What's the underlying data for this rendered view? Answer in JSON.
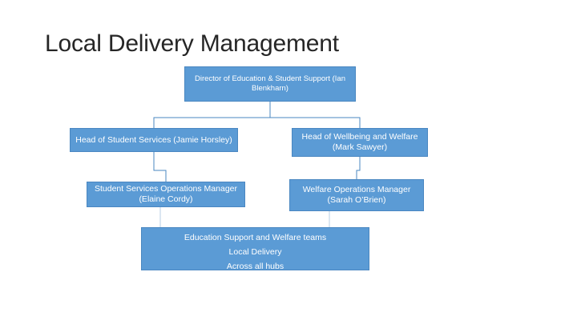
{
  "slide": {
    "title": "Local Delivery Management"
  },
  "org_chart": {
    "director": "Director of Education & Student Support (Ian Blenkharn)",
    "head_student_services": "Head of Student Services (Jamie Horsley)",
    "head_wellbeing": "Head of Wellbeing and Welfare (Mark Sawyer)",
    "student_services_ops": "Student Services Operations Manager (Elaine Cordy)",
    "welfare_ops": "Welfare Operations Manager (Sarah O’Brien)",
    "teams": {
      "line1": "Education Support and Welfare teams",
      "line2": "Local Delivery",
      "line3": "Across all hubs"
    }
  },
  "colors": {
    "box_fill": "#5b9bd5",
    "box_border": "#4a87c1",
    "connector": "#4a87c1",
    "connector_light": "#b7cfe6"
  }
}
